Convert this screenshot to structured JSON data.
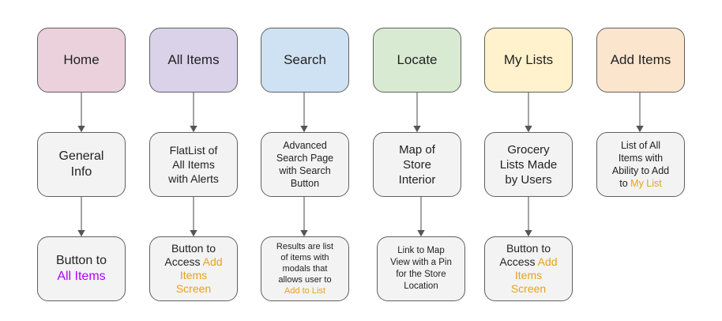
{
  "colors": {
    "home": "#ead1dc",
    "all_items": "#d9d2e9",
    "search": "#cfe2f3",
    "locate": "#d9ead3",
    "my_lists": "#fff2cc",
    "add_items": "#fce5cd",
    "detail": "#f3f3f3",
    "highlight_orange": "#e7a21b",
    "highlight_purple": "#b400ff"
  },
  "columns": [
    {
      "header": "Home",
      "middle": [
        "General",
        "Info"
      ],
      "bottom": {
        "plain": [
          "Button to"
        ],
        "highlight": [
          "All Items"
        ]
      }
    },
    {
      "header": "All Items",
      "middle": [
        "FlatList of",
        "All Items",
        "with Alerts"
      ],
      "bottom": {
        "plain": [
          "Button to",
          "Access"
        ],
        "highlight_inline": "Add",
        "highlight": [
          "Items",
          "Screen"
        ]
      }
    },
    {
      "header": "Search",
      "middle": [
        "Advanced",
        "Search Page",
        "with Search",
        "Button"
      ],
      "bottom": {
        "plain": [
          "Results are list",
          "of items with",
          "modals that",
          "allows user to"
        ],
        "highlight": [
          "Add to List"
        ]
      }
    },
    {
      "header": "Locate",
      "middle": [
        "Map of",
        "Store",
        "Interior"
      ],
      "bottom": {
        "plain": [
          "Link to Map",
          "View with a Pin",
          "for the Store",
          "Location"
        ],
        "highlight": []
      }
    },
    {
      "header": "My Lists",
      "middle": [
        "Grocery",
        "Lists Made",
        "by Users"
      ],
      "bottom": {
        "plain": [
          "Button to",
          "Access"
        ],
        "highlight_inline": "Add",
        "highlight": [
          "Items",
          "Screen"
        ]
      }
    },
    {
      "header": "Add Items",
      "middle_plain": [
        "List of All",
        "Items with",
        "Ability to Add",
        "to"
      ],
      "middle_highlight": "My List"
    }
  ]
}
